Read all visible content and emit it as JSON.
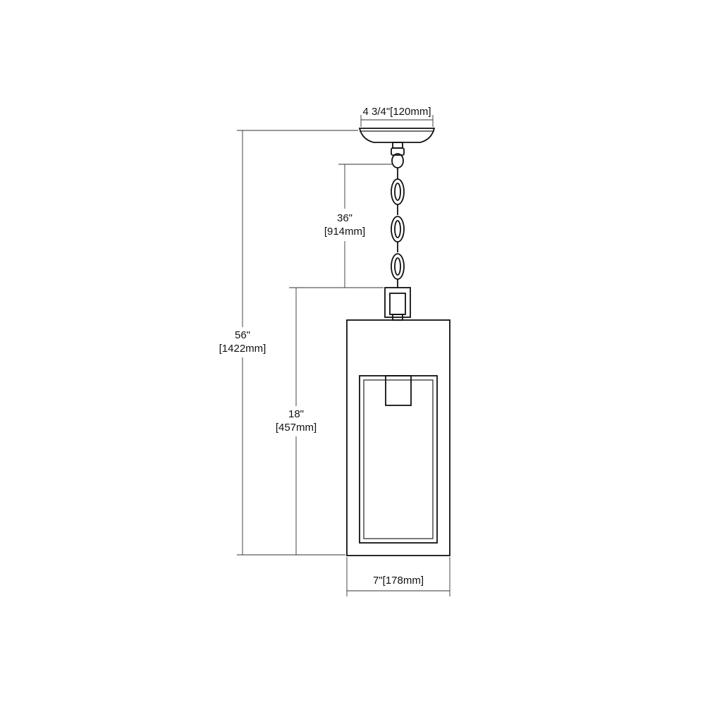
{
  "colors": {
    "line": "#222222",
    "background": "#ffffff"
  },
  "dimensions": {
    "canopy_width": "4 3/4\"[120mm]",
    "chain_length_in": "36\"",
    "chain_length_mm": "[914mm]",
    "overall_height_in": "56\"",
    "overall_height_mm": "[1422mm]",
    "body_height_in": "18\"",
    "body_height_mm": "[457mm]",
    "body_width": "7\"[178mm]"
  }
}
